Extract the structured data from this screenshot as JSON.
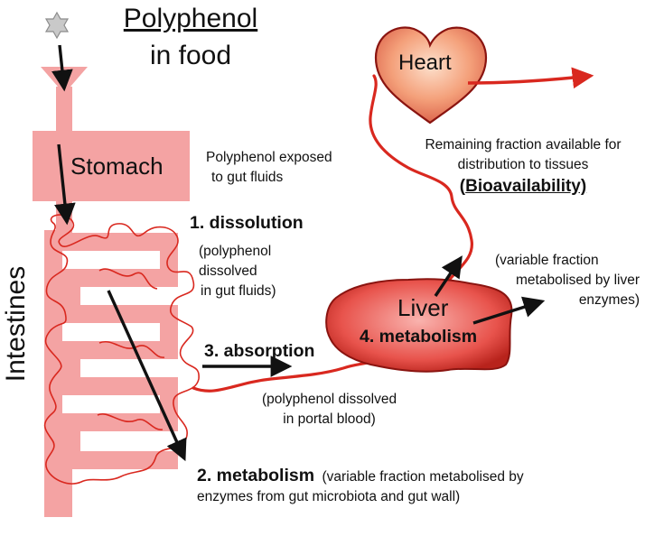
{
  "title": {
    "line1": "Polyphenol",
    "line2": "in food"
  },
  "organs": {
    "stomach": "Stomach",
    "intestines": "Intestines",
    "liver": "Liver",
    "heart": "Heart"
  },
  "annotations": {
    "exposed_line1": "Polyphenol exposed",
    "exposed_line2": "to gut fluids",
    "dissolution": "1. dissolution",
    "dissolution_note_1": "(polyphenol",
    "dissolution_note_2": "dissolved",
    "dissolution_note_3": "in gut fluids)",
    "absorption": "3. absorption",
    "absorption_note_1": "(polyphenol dissolved",
    "absorption_note_2": "in portal blood)",
    "metabolism_gut": "2. metabolism",
    "metabolism_gut_note_1": "(variable fraction  metabolised by",
    "metabolism_gut_note_2": "enzymes from gut microbiota  and gut wall)",
    "metabolism_liver": "4. metabolism",
    "liver_note_1": "(variable fraction",
    "liver_note_2": "metabolised by liver",
    "liver_note_3": "enzymes)",
    "remaining_1": "Remaining fraction available for",
    "remaining_2": "distribution to tissues",
    "bio_open": "(",
    "bioavailability": "Bioavailability)"
  },
  "colors": {
    "tract_fill": "#f4a3a3",
    "blood_line": "#d9281f",
    "arrow": "#111111",
    "organ_fill": "#f07c78",
    "organ_stroke": "#8a1410"
  },
  "icons": [
    "star-icon"
  ]
}
